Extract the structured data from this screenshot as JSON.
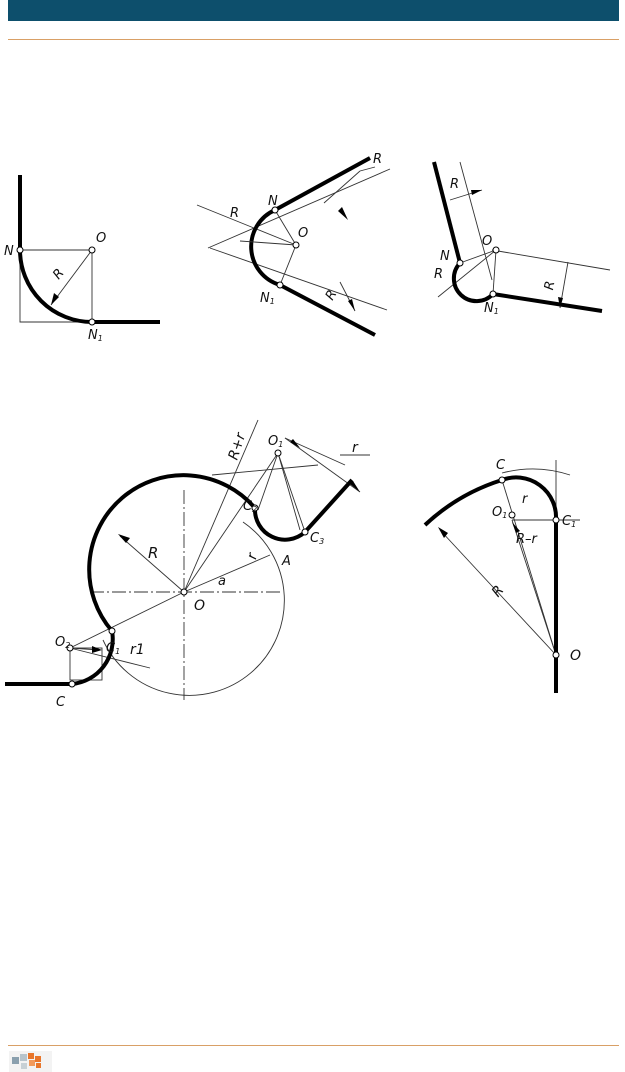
{
  "header": {
    "bar_color": "#0d4f6c",
    "rule_color": "#d9a066"
  },
  "footer": {
    "logo_icon": "publisher-logo-icon",
    "logo_color": "#e8762b"
  },
  "fig1": {
    "N": "N",
    "N1": "N",
    "N1_sub": "1",
    "O": "O",
    "R": "R"
  },
  "fig2": {
    "R_top": "R",
    "R_left": "R",
    "R_bottom": "R",
    "N": "N",
    "N1": "N",
    "N1_sub": "1",
    "O": "O"
  },
  "fig3": {
    "R_top": "R",
    "R_left": "R",
    "R_right": "R",
    "N": "N",
    "N1": "N",
    "N1_sub": "1",
    "O": "O"
  },
  "fig4": {
    "R_plus_r": "R+r",
    "r_top": "r",
    "O1": "O",
    "O1_sub": "1",
    "C2": "C",
    "C2_sub": "2",
    "C3": "C",
    "C3_sub": "3",
    "R": "R",
    "r": "r",
    "a": "a",
    "A": "A",
    "O": "O",
    "C1": "C",
    "C1_sub": "1",
    "O2": "O",
    "O2_sub": "2",
    "r1": "r1",
    "C": "C"
  },
  "fig5": {
    "C": "C",
    "r": "r",
    "O1": "O",
    "O1_sub": "1",
    "C1": "C",
    "C1_sub": "1",
    "R_minus_r": "R–r",
    "R": "R",
    "O": "O"
  }
}
